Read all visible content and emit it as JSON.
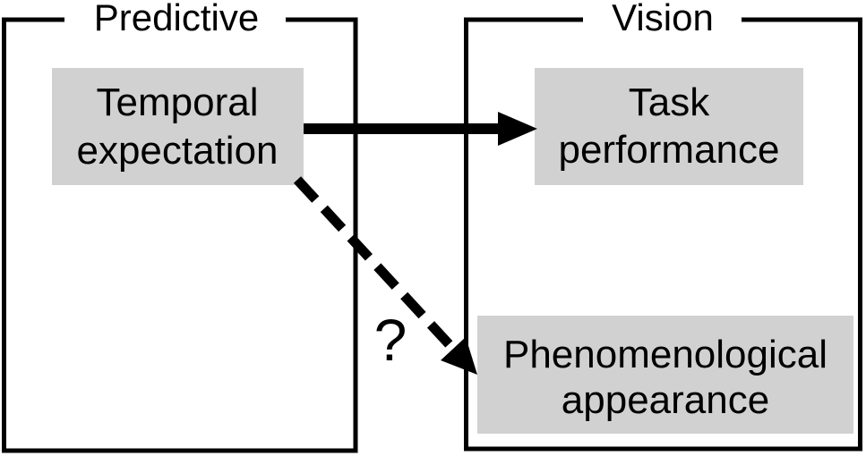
{
  "figure": {
    "background_color": "#ffffff",
    "line_color": "#000000",
    "text_color": "#000000",
    "node_fill_color": "#d1d1d1"
  },
  "groups": {
    "predictive": {
      "label": "Predictive"
    },
    "vision": {
      "label": "Vision"
    }
  },
  "nodes": {
    "temporal_expectation": {
      "line1": "Temporal",
      "line2": "expectation",
      "group": "predictive"
    },
    "task_performance": {
      "line1": "Task",
      "line2": "performance",
      "group": "vision"
    },
    "phenomenological_appearance": {
      "line1": "Phenomenological",
      "line2": "appearance",
      "group": "vision"
    }
  },
  "edges": {
    "performance_link": {
      "from": "temporal_expectation",
      "to": "task_performance",
      "style": "solid",
      "label": ""
    },
    "appearance_link": {
      "from": "temporal_expectation",
      "to": "phenomenological_appearance",
      "style": "dashed",
      "label": "?"
    }
  }
}
